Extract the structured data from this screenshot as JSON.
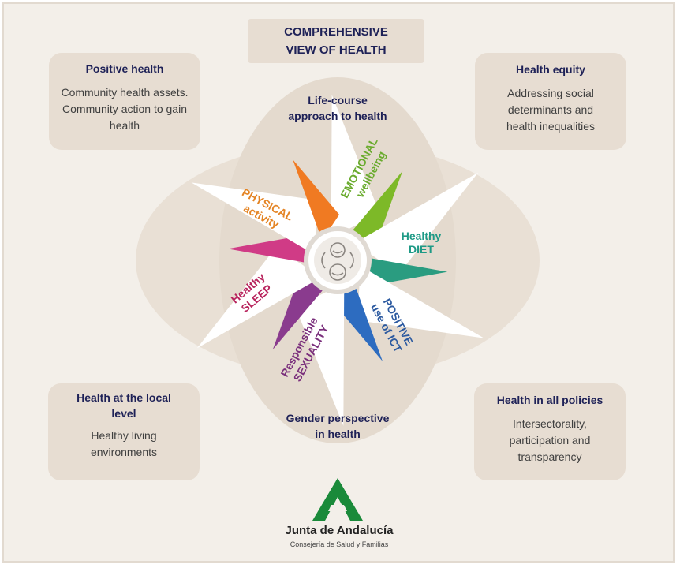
{
  "title": "COMPREHENSIVE\nVIEW OF HEALTH",
  "corners": {
    "top_left": {
      "title": "Positive health",
      "text": "Community health assets.\nCommunity action to gain\nhealth"
    },
    "top_right": {
      "title": "Health equity",
      "text": "Addressing social\ndeterminants and\nhealth inequalities"
    },
    "bottom_left": {
      "title": "Health at the local\nlevel",
      "text": "Healthy living\nenvironments"
    },
    "bottom_right": {
      "title": "Health in all policies",
      "text": "Intersectorality,\nparticipation and\ntransparency"
    }
  },
  "arcs": {
    "top": "Life-course\napproach to health",
    "bottom": "Gender perspective\nin health"
  },
  "petals": [
    {
      "label": "EMOTIONAL\nwellbeing",
      "color": "#6aab2e"
    },
    {
      "label": "Healthy\nDIET",
      "color": "#1e9a86"
    },
    {
      "label": "POSITIVE\nuse of ICT",
      "color": "#2c5aa0"
    },
    {
      "label": "Responsible\nSEXUALITY",
      "color": "#7a2f7c"
    },
    {
      "label": "Healthy\nSLEEP",
      "color": "#b8245d"
    },
    {
      "label": "PHYSICAL\nactivity",
      "color": "#e48424"
    }
  ],
  "petal_colors": [
    "#7db928",
    "#2a9c80",
    "#2d6cc0",
    "#8a3b8e",
    "#d03b86",
    "#f07a22"
  ],
  "logo": {
    "name": "Junta de Andalucía",
    "subtitle": "Consejería de Salud y Familias",
    "color": "#1a8a3a"
  }
}
